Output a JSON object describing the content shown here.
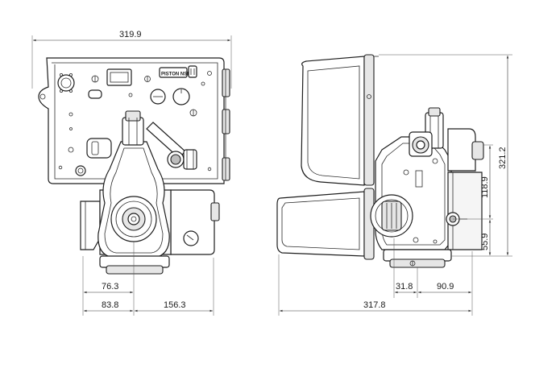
{
  "front_view": {
    "overall_width": "319.9",
    "label_plate": "PISTON NSP",
    "dim_76": "76.3",
    "dim_83": "83.8",
    "dim_156": "156.3"
  },
  "side_view": {
    "overall_height": "321.2",
    "dim_118": "118.9",
    "dim_55": "55.9",
    "dim_31": "31.8",
    "dim_90": "90.9",
    "overall_depth": "317.8"
  }
}
